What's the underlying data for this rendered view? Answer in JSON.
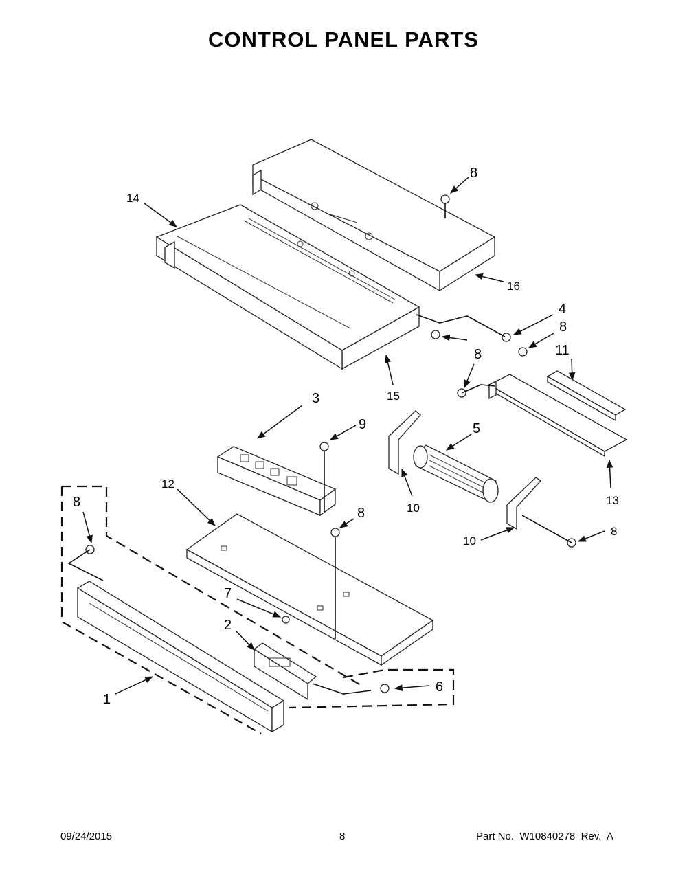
{
  "title": "CONTROL PANEL PARTS",
  "footer": {
    "date": "09/24/2015",
    "page": "8",
    "part_no": "Part No.  W10840278  Rev.  A"
  },
  "callouts": {
    "c1": "1",
    "c2": "2",
    "c3": "3",
    "c4": "4",
    "c5": "5",
    "c6": "6",
    "c7": "7",
    "c8a": "8",
    "c8b": "8",
    "c8c": "8",
    "c8d": "8",
    "c8e": "8",
    "c8f": "8",
    "c9": "9",
    "c10a": "10",
    "c10b": "10",
    "c11": "11",
    "c12": "12",
    "c13": "13",
    "c14": "14",
    "c15": "15",
    "c16": "16"
  }
}
